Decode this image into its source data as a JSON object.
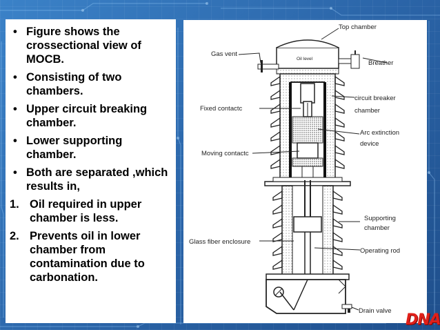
{
  "slide": {
    "bullets": [
      "Figure shows the crossectional view of MOCB.",
      "Consisting of two chambers.",
      "Upper circuit breaking chamber.",
      "Lower supporting chamber.",
      "Both are separated ,which results in,"
    ],
    "bullet_marker": "•",
    "numbered": [
      {
        "marker": "1.",
        "text": "Oil required in upper chamber is less."
      },
      {
        "marker": "2.",
        "text": "Prevents oil in lower chamber  from contamination due to carbonation."
      }
    ]
  },
  "diagram": {
    "labels": {
      "top_chamber": "Top chamber",
      "gas_vent": "Gas vent",
      "oil_level": "Oil level",
      "breather": "Breather",
      "circuit_breaker_line1": "circuit breaker",
      "circuit_breaker_line2": "chamber",
      "fixed_contact": "Fixed contactc",
      "arc_extinction_line1": "Arc extinction",
      "arc_extinction_line2": "device",
      "moving_contact": "Moving contactc",
      "supporting_line1": "Supporting",
      "supporting_line2": "chamber",
      "glass_fiber": "Glass fiber enclosure",
      "operating_rod": "Operating rod",
      "drain_valve": "Drain valve"
    }
  },
  "logo": {
    "text": "DNA"
  },
  "colors": {
    "background": "#2f6fb3",
    "panel": "#ffffff",
    "logo": "#e0201a"
  }
}
